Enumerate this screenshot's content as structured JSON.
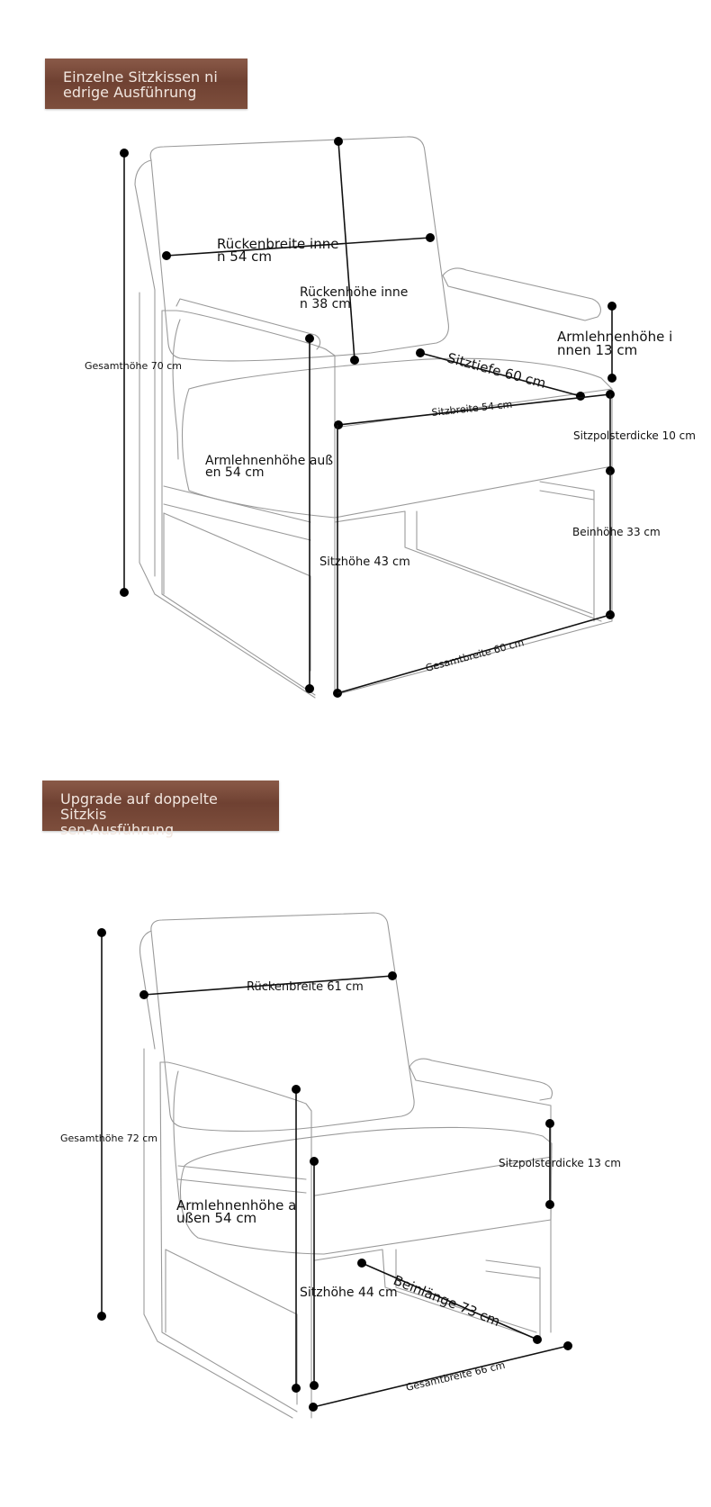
{
  "sections": [
    {
      "banner": "Einzelne Sitzkissen niedrige Ausführung",
      "banner_lines": [
        "Einzelne Sitzkissen ni",
        "edrige Ausführung"
      ],
      "labels": {
        "total_height": "Gesamthöhe 70 cm",
        "back_width_lines": [
          "Rückenbreite inne",
          "n 54 cm"
        ],
        "back_height_lines": [
          "Rückenhöhe inne",
          "n 38 cm"
        ],
        "armrest_inner_lines": [
          "Armlehnenhöhe i",
          "nnen 13 cm"
        ],
        "seat_depth": "Sitztiefe 60 cm",
        "seat_width": "Sitzbreite 54 cm",
        "cushion_thickness": "Sitzpolsterdicke 10 cm",
        "armrest_outer_lines": [
          "Armlehnenhöhe auß",
          "en 54 cm"
        ],
        "leg_height": "Beinhöhe 33 cm",
        "seat_height": "Sitzhöhe 43 cm",
        "total_width": "Gesamtbreite 60 cm"
      }
    },
    {
      "banner": "Upgrade auf doppelte Sitzkissen-Ausführung",
      "banner_lines": [
        "Upgrade auf doppelte Sitzkis",
        "sen-Ausführung"
      ],
      "labels": {
        "total_height": "Gesamthöhe 72 cm",
        "back_width": "Rückenbreite 61 cm",
        "cushion_thickness": "Sitzpolsterdicke 13 cm",
        "armrest_outer_lines": [
          "Armlehnenhöhe a",
          "ußen 54 cm"
        ],
        "seat_height": "Sitzhöhe 44 cm",
        "leg_length": "Beinlänge 73 cm",
        "total_width": "Gesamtbreite 66 cm"
      }
    }
  ]
}
